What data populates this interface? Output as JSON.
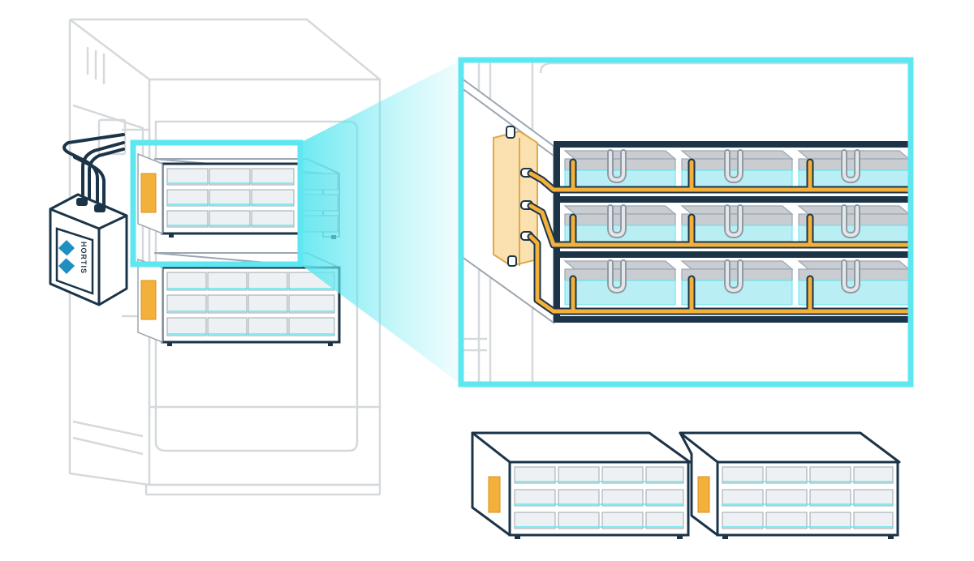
{
  "brand": {
    "name": "HORTIS",
    "logo_icon": "hortis-diamond-logo-icon"
  },
  "colors": {
    "accent": "#5ee7f0",
    "navy": "#1b3448",
    "orange": "#f3b03a",
    "orange_light": "#fbe1b0",
    "rack_gray": "#d6d9dc",
    "drive_gray": "#c9ccd0",
    "glass_cyan": "#b9eef4"
  },
  "illustration": {
    "rack_unit_count": 2,
    "zoom_drive_rows": 3,
    "zoom_drive_columns": 3,
    "standalone_unit_count": 2,
    "standalone_drive_rows": 3,
    "standalone_drive_columns": 4
  }
}
